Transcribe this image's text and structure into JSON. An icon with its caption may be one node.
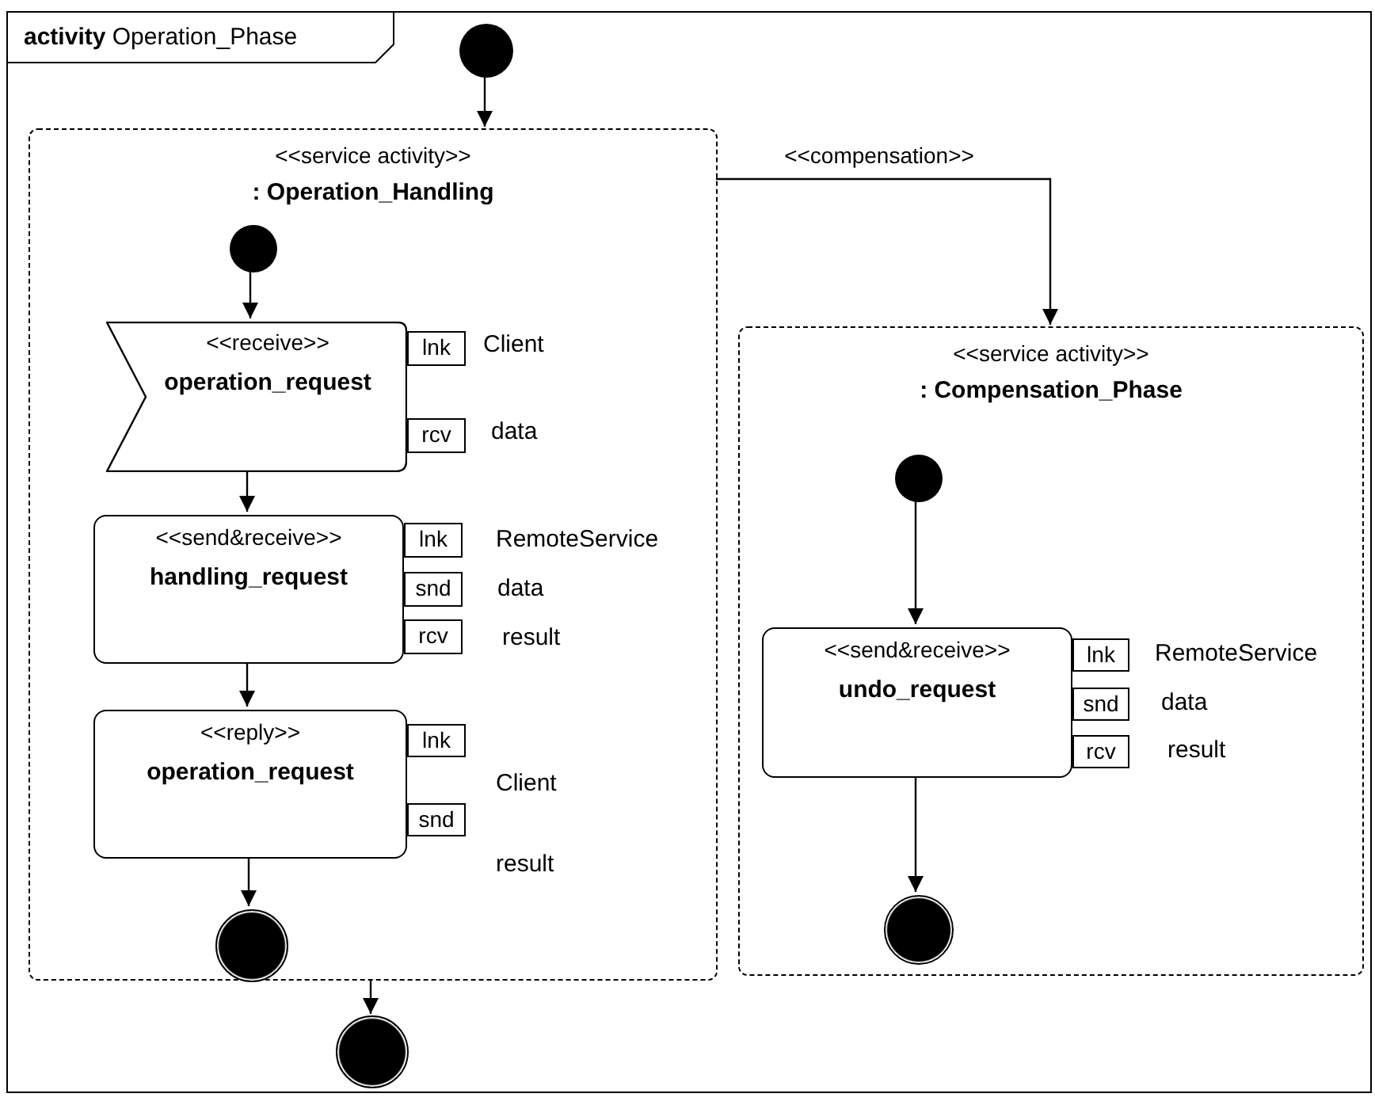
{
  "diagram": {
    "nodes": [
      {
        "text": [
          "**activity** Operation_Phase"
        ]
      },
      {
        "text": [],
        "shape": "circle",
        "in": 0
      },
      {
        "text": [
          "<<service activity>>",
          ": Operation_Handling"
        ],
        "in": 0
      },
      {
        "text": [],
        "shape": "circle",
        "in": 2
      },
      {
        "text": [
          "<<receive>>",
          "operation_request"
        ],
        "in": 2
      },
      {
        "text": [
          "lnk"
        ],
        "beside": [
          "Client"
        ],
        "in": 2
      },
      {
        "text": [
          "rcv"
        ],
        "beside": [
          "data"
        ],
        "in": 2
      },
      {
        "text": [
          "<<send&receive>>",
          "handling_request"
        ],
        "in": 2
      },
      {
        "text": [
          "lnk"
        ],
        "beside": [
          "RemoteService"
        ],
        "in": 2
      },
      {
        "text": [
          "snd"
        ],
        "beside": [
          "data"
        ],
        "in": 2
      },
      {
        "text": [
          "rcv"
        ],
        "beside": [
          "result"
        ],
        "in": 2
      },
      {
        "text": [
          "<<reply>>",
          "operation_request"
        ],
        "in": 2
      },
      {
        "text": [
          "lnk"
        ],
        "beside": [
          "Client"
        ],
        "in": 2
      },
      {
        "text": [
          "snd"
        ],
        "beside": [
          "result"
        ],
        "in": 2
      },
      {
        "text": [],
        "shape": "circle",
        "in": 2
      },
      {
        "text": [],
        "shape": "circle",
        "in": 0
      },
      {
        "text": [
          "<<service activity>>",
          ": Compensation_Phase"
        ],
        "in": 0
      },
      {
        "text": [],
        "shape": "circle",
        "in": 16
      },
      {
        "text": [
          "<<send&receive>>",
          "undo_request"
        ],
        "in": 16
      },
      {
        "text": [
          "lnk"
        ],
        "beside": [
          "RemoteService"
        ],
        "in": 16
      },
      {
        "text": [
          "snd"
        ],
        "beside": [
          "data"
        ],
        "in": 16
      },
      {
        "text": [
          "rcv"
        ],
        "beside": [
          "result"
        ],
        "in": 16
      },
      {
        "text": [],
        "shape": "circle",
        "in": 16
      }
    ],
    "edges": [
      {
        "from": 1,
        "to": 2,
        "arrow": "to"
      },
      {
        "from": 2,
        "to": 16,
        "arrow": "to",
        "label": "<<compensation>>"
      },
      {
        "from": 3,
        "to": 4,
        "arrow": "to"
      },
      {
        "from": 4,
        "to": 7,
        "arrow": "to"
      },
      {
        "from": 7,
        "to": 11,
        "arrow": "to"
      },
      {
        "from": 11,
        "to": 14,
        "arrow": "to"
      },
      {
        "from": 2,
        "to": 15,
        "arrow": "to"
      },
      {
        "from": 17,
        "to": 18,
        "arrow": "to"
      },
      {
        "from": 18,
        "to": 22,
        "arrow": "to"
      }
    ]
  }
}
